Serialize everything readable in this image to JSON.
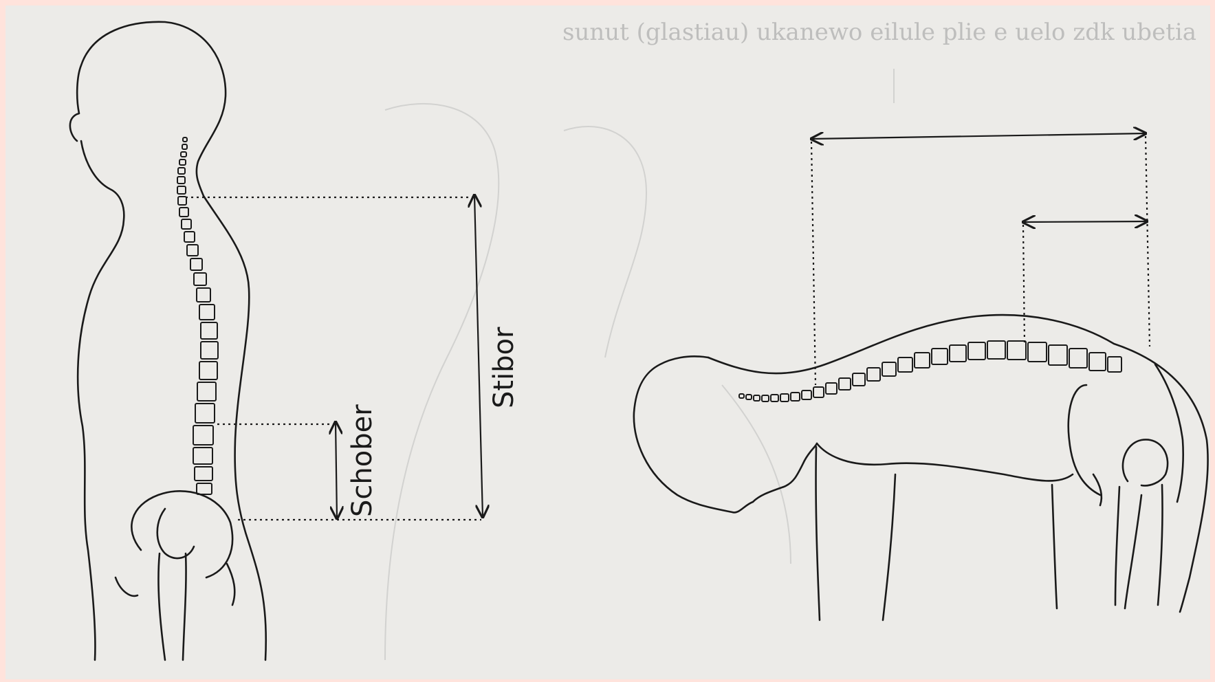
{
  "diagram": {
    "bleed_through_text": "sunut (glastiau) ukanewo eilule plie e uelo zdk ubetia",
    "labels": {
      "schober": "Schober",
      "stibor": "Stibor"
    },
    "colors": {
      "frame": "#ffe3dc",
      "paper": "#ecebe8",
      "ink": "#1a1a1a"
    }
  }
}
